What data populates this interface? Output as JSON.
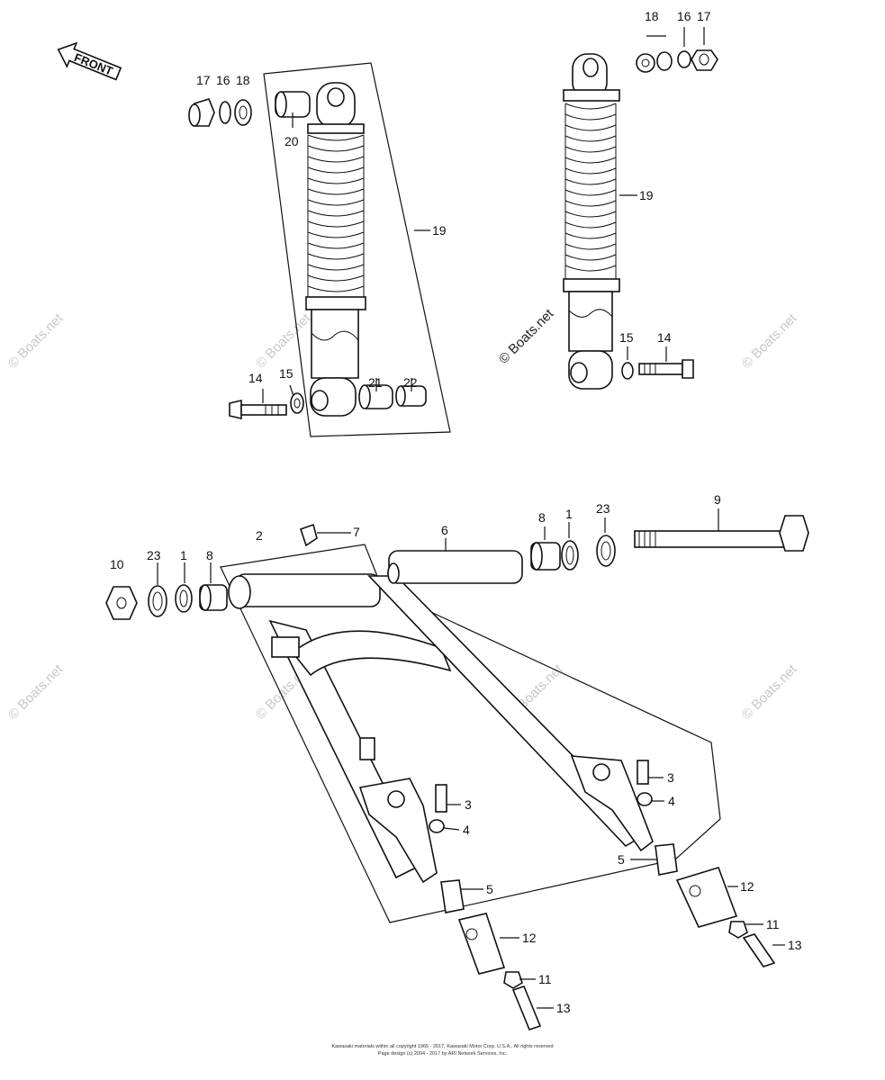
{
  "front_marker": "FRONT",
  "watermark": "© Boats.net",
  "callouts": {
    "c1a": "1",
    "c1b": "1",
    "c2": "2",
    "c3a": "3",
    "c3b": "3",
    "c4a": "4",
    "c4b": "4",
    "c5a": "5",
    "c5b": "5",
    "c6": "6",
    "c7": "7",
    "c8a": "8",
    "c8b": "8",
    "c9": "9",
    "c10": "10",
    "c11a": "11",
    "c11b": "11",
    "c12a": "12",
    "c12b": "12",
    "c13a": "13",
    "c13b": "13",
    "c14a": "14",
    "c14b": "14",
    "c15a": "15",
    "c15b": "15",
    "c16a": "16",
    "c16b": "16",
    "c17a": "17",
    "c17b": "17",
    "c18a": "18",
    "c18b": "18",
    "c19a": "19",
    "c19b": "19",
    "c20": "20",
    "c21": "21",
    "c22": "22",
    "c23a": "23",
    "c23b": "23"
  },
  "footer": {
    "line1": "Kawasaki materials within all copyright 1965 - 2017, Kawasaki Motor Corp. U.S.A., All rights reserved",
    "line2": "Page design (c) 2004 - 2017 by ARI Network Services, Inc."
  }
}
